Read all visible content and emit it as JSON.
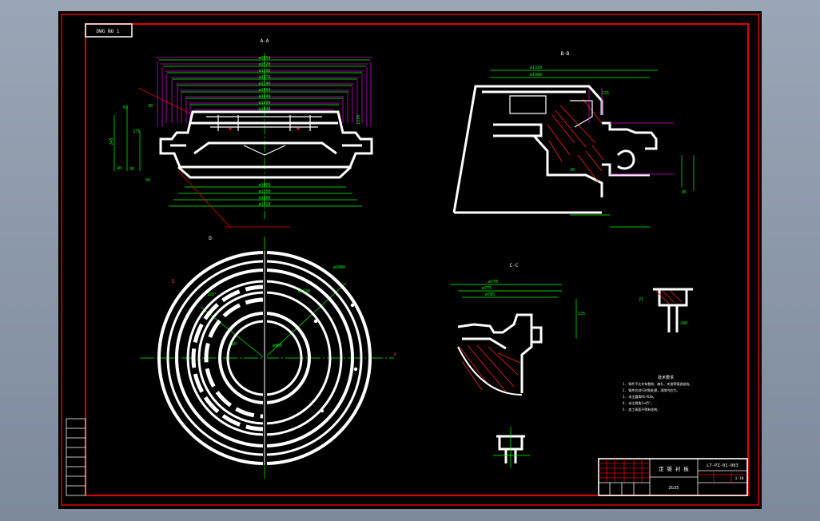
{
  "viewer": {
    "background": "#8593a5",
    "canvas_color": "#000000"
  },
  "drawing": {
    "tag": "DWG NO 1",
    "sections": {
      "a": "A-A",
      "b": "B-B",
      "c": "C-C",
      "d": "D",
      "e": "E",
      "f": "F"
    },
    "top_dims": [
      "ø1658",
      "ø1620",
      "ø1598",
      "ø1575",
      "ø1540",
      "ø1500",
      "ø1440",
      "ø1300",
      "ø1048"
    ],
    "bottom_dims": [
      "ø1000",
      "ø1100",
      "ø1200",
      "ø1328"
    ],
    "right_dims": [
      "ø1320",
      "ø1080",
      "1270"
    ],
    "left_dims": [
      "63",
      "30",
      "175",
      "245",
      "40",
      "30",
      "50"
    ],
    "circle_labels": [
      "120°",
      "18°",
      "ø960",
      "ø1080",
      "ø1120"
    ],
    "detail_dims": [
      "ø770",
      "ø775",
      "ø785",
      "125",
      "240"
    ],
    "small_dims": [
      "21",
      "125",
      "30",
      "45"
    ],
    "notes_title": "技术要求",
    "notes": [
      "1. 铸件不允许有裂纹、缩孔、夹渣等铸造缺陷。",
      "2. 铸件应进行时效处理，消除内应力。",
      "3. 未注圆角R5~R10。",
      "4. 未注倒角1×45°。",
      "5. 加工表面不得有毛刺。"
    ],
    "title_block": {
      "name": "定 锥 衬 板",
      "code": "LT-PZ-01-003",
      "material": "ZG35",
      "scale": "1:10"
    }
  },
  "colors": {
    "frame": "#e00000",
    "outline": "#ffffff",
    "dimension": "#00ff00",
    "aux": "#d000d0",
    "hatch": "#ff2020",
    "centerline": "#00ff00"
  }
}
